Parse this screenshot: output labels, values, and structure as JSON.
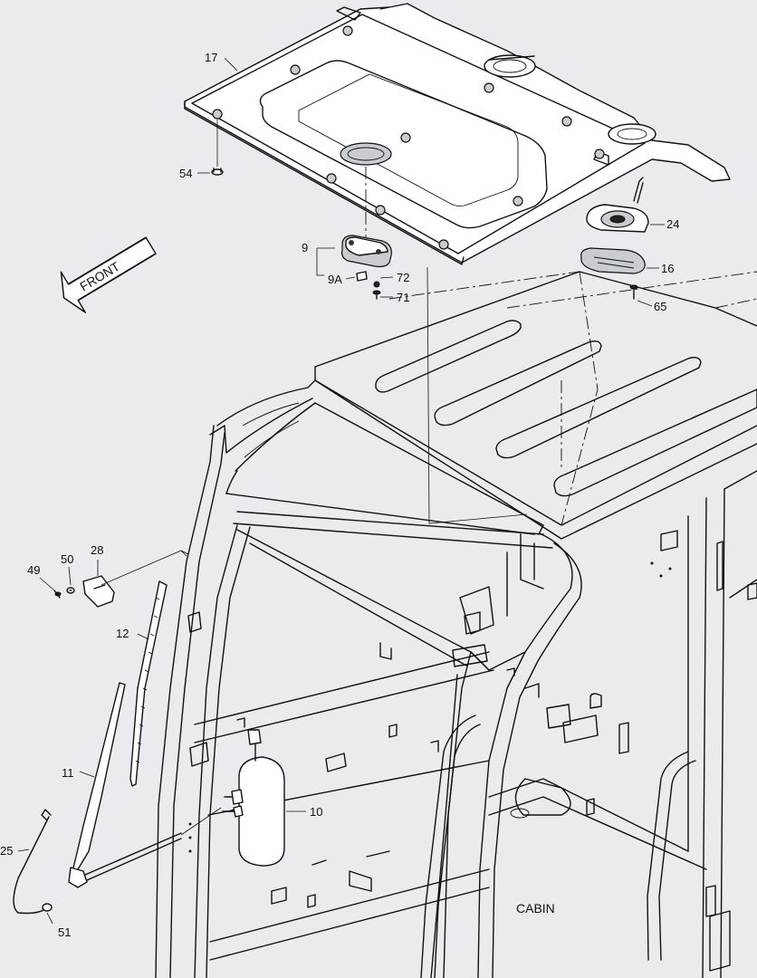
{
  "diagram": {
    "callouts": {
      "p17": "17",
      "p54": "54",
      "p9": "9",
      "p9a": "9A",
      "p72": "72",
      "p71": "71",
      "p24": "24",
      "p16": "16",
      "p65": "65",
      "p28": "28",
      "p49": "49",
      "p50": "50",
      "p12": "12",
      "p11": "11",
      "p10": "10",
      "p25": "25",
      "p51": "51"
    },
    "front_arrow_label": "FRONT",
    "cabin_label": "CABIN"
  }
}
